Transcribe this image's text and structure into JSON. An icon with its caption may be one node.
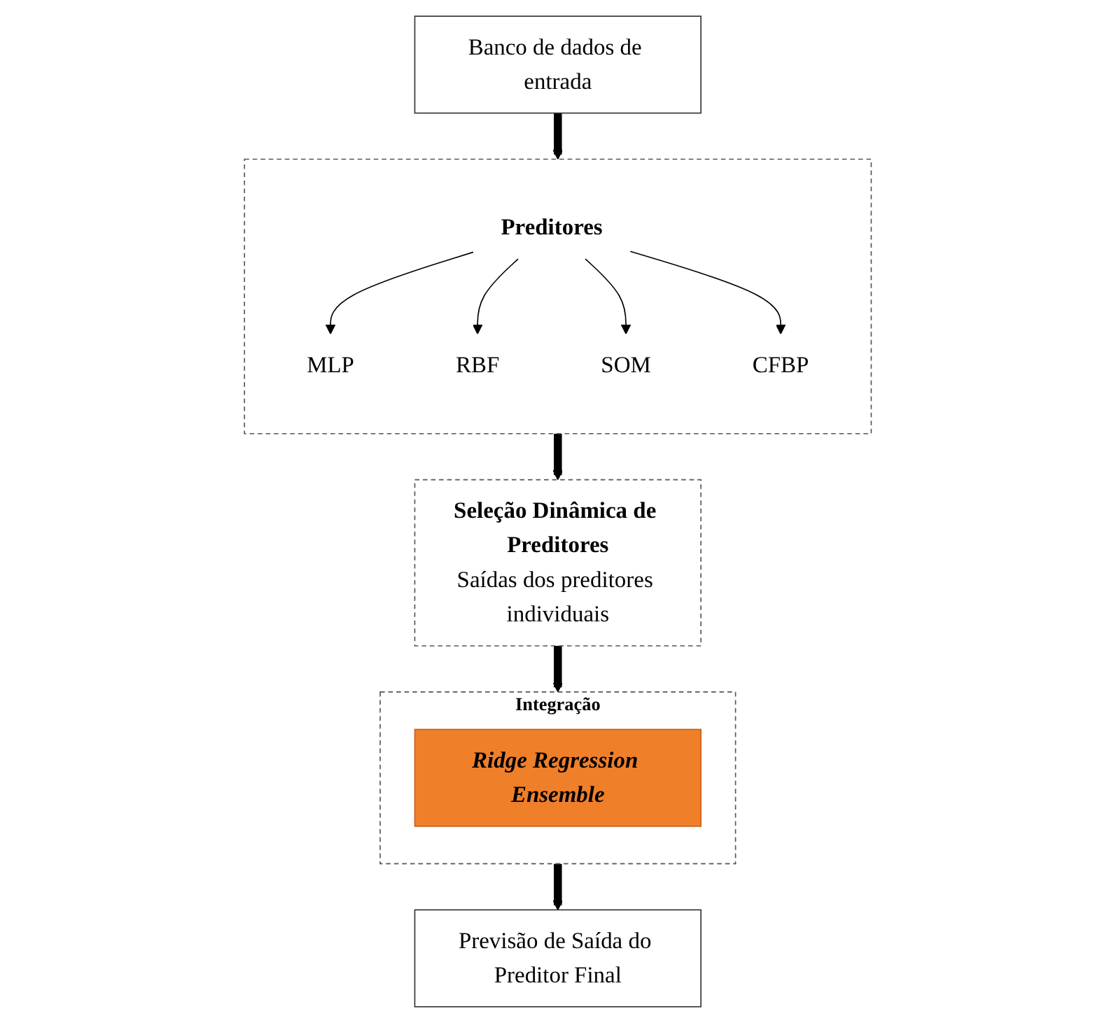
{
  "diagram": {
    "nodes": [
      {
        "text": [
          "Banco de dados de entrada"
        ]
      },
      {
        "text": [],
        "shape": "box"
      },
      {
        "text": [
          "Preditores"
        ],
        "in": 1
      },
      {
        "text": [
          "MLP"
        ],
        "in": 1
      },
      {
        "text": [
          "RBF"
        ],
        "in": 1
      },
      {
        "text": [
          "SOM"
        ],
        "in": 1
      },
      {
        "text": [
          "CFBP"
        ],
        "in": 1
      },
      {
        "text": [
          "Seleção Dinâmica de Preditores",
          "Saídas dos preditores individuais"
        ]
      },
      {
        "text": [
          "Integração"
        ]
      },
      {
        "text": [
          "Ridge Regression Ensemble"
        ],
        "in": 8
      },
      {
        "text": [
          "Previsão de Saída do Preditor Final"
        ]
      }
    ],
    "edges": [
      {
        "from": 0,
        "to": 1,
        "arrow": "to",
        "style": "thick"
      },
      {
        "from": 2,
        "to": 3,
        "arrow": "to"
      },
      {
        "from": 2,
        "to": 4,
        "arrow": "to"
      },
      {
        "from": 2,
        "to": 5,
        "arrow": "to"
      },
      {
        "from": 2,
        "to": 6,
        "arrow": "to"
      },
      {
        "from": 1,
        "to": 7,
        "arrow": "to",
        "style": "thick"
      },
      {
        "from": 7,
        "to": 8,
        "arrow": "to",
        "style": "thick"
      },
      {
        "from": 8,
        "to": 10,
        "arrow": "to",
        "style": "thick"
      }
    ]
  }
}
